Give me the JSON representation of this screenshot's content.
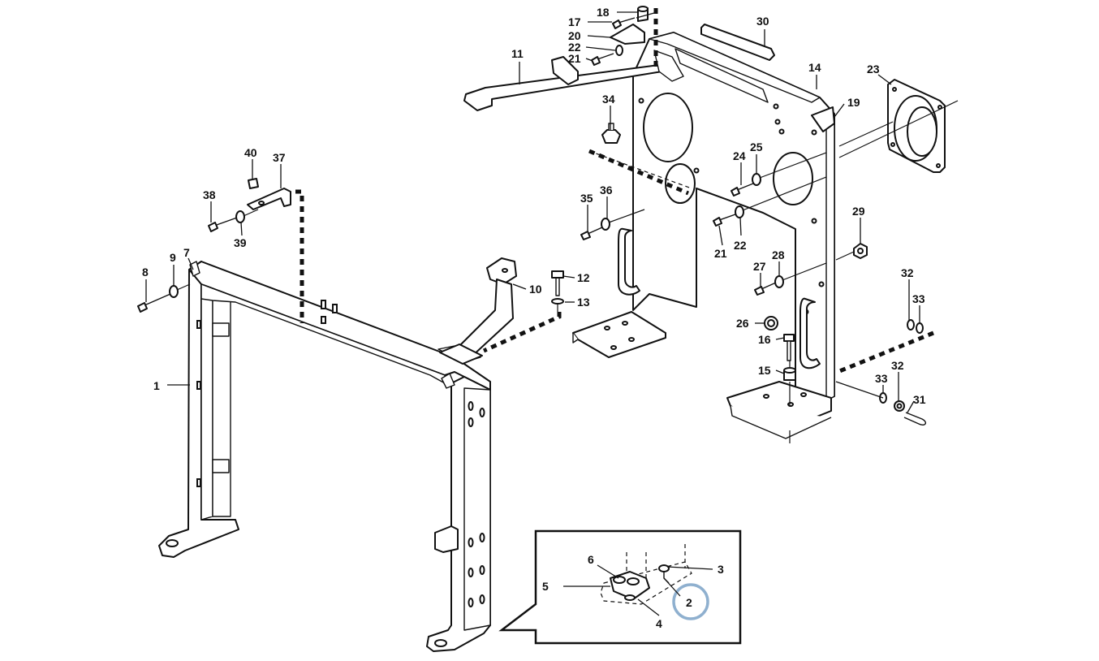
{
  "diagram": {
    "highlight_color": "#8fb0cf",
    "line_color": "#111111",
    "callouts": {
      "c1": "1",
      "c2": "2",
      "c3": "3",
      "c4": "4",
      "c5": "5",
      "c6": "6",
      "c7": "7",
      "c8": "8",
      "c9": "9",
      "c10": "10",
      "c11": "11",
      "c12": "12",
      "c13": "13",
      "c14": "14",
      "c15": "15",
      "c16": "16",
      "c17": "17",
      "c18": "18",
      "c19": "19",
      "c20": "20",
      "c21a": "21",
      "c21b": "21",
      "c22a": "22",
      "c22b": "22",
      "c23": "23",
      "c24": "24",
      "c25": "25",
      "c26": "26",
      "c27": "27",
      "c28": "28",
      "c29": "29",
      "c30": "30",
      "c31": "31",
      "c32a": "32",
      "c32b": "32",
      "c33a": "33",
      "c33b": "33",
      "c34": "34",
      "c35": "35",
      "c36": "36",
      "c37": "37",
      "c38": "38",
      "c39": "39",
      "c40": "40"
    },
    "highlighted_callout": "2"
  }
}
